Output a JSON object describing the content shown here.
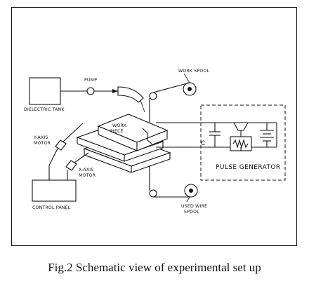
{
  "labels": {
    "pump": "PUMP",
    "dielectric_tank": "DIELECTRIC TANK",
    "work_spool": "WORK SPOOL",
    "work_piece_line1": "WORK",
    "work_piece_line2": "PIECE",
    "y_axis_motor_line1": "Y-AXIS",
    "y_axis_motor_line2": "MOTOR",
    "x_axis_motor_line1": "X-AXIS",
    "x_axis_motor_line2": "MOTOR",
    "capacitor": "C",
    "pulse_generator": "PULSE GENERATOR",
    "control_panel": "CONTROL PANEL",
    "used_wire_spool_line1": "USED WIRE",
    "used_wire_spool_line2": "SPOOL"
  },
  "caption": "Fig.2 Schematic view of experimental set up"
}
